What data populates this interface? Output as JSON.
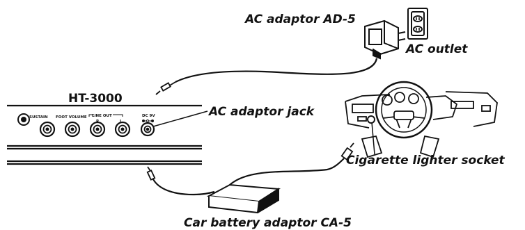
{
  "labels": {
    "ac_adaptor": "AC adaptor AD-5",
    "ac_outlet": "AC outlet",
    "model": "HT-3000",
    "ac_adaptor_jack": "AC adaptor jack",
    "cigarette_lighter_socket": "Cigarette lighter socket",
    "car_battery_adaptor": "Car battery adaptor CA-5"
  },
  "panel_labels": {
    "sustain": "SUSTAIN",
    "foot_volume": "FOOT VOLUME",
    "line_out": "LINE OUT",
    "line_out_r": "R",
    "line_out_l": "L",
    "dc": "DC 9V"
  },
  "colors": {
    "ink": "#111111",
    "paper": "#ffffff"
  }
}
